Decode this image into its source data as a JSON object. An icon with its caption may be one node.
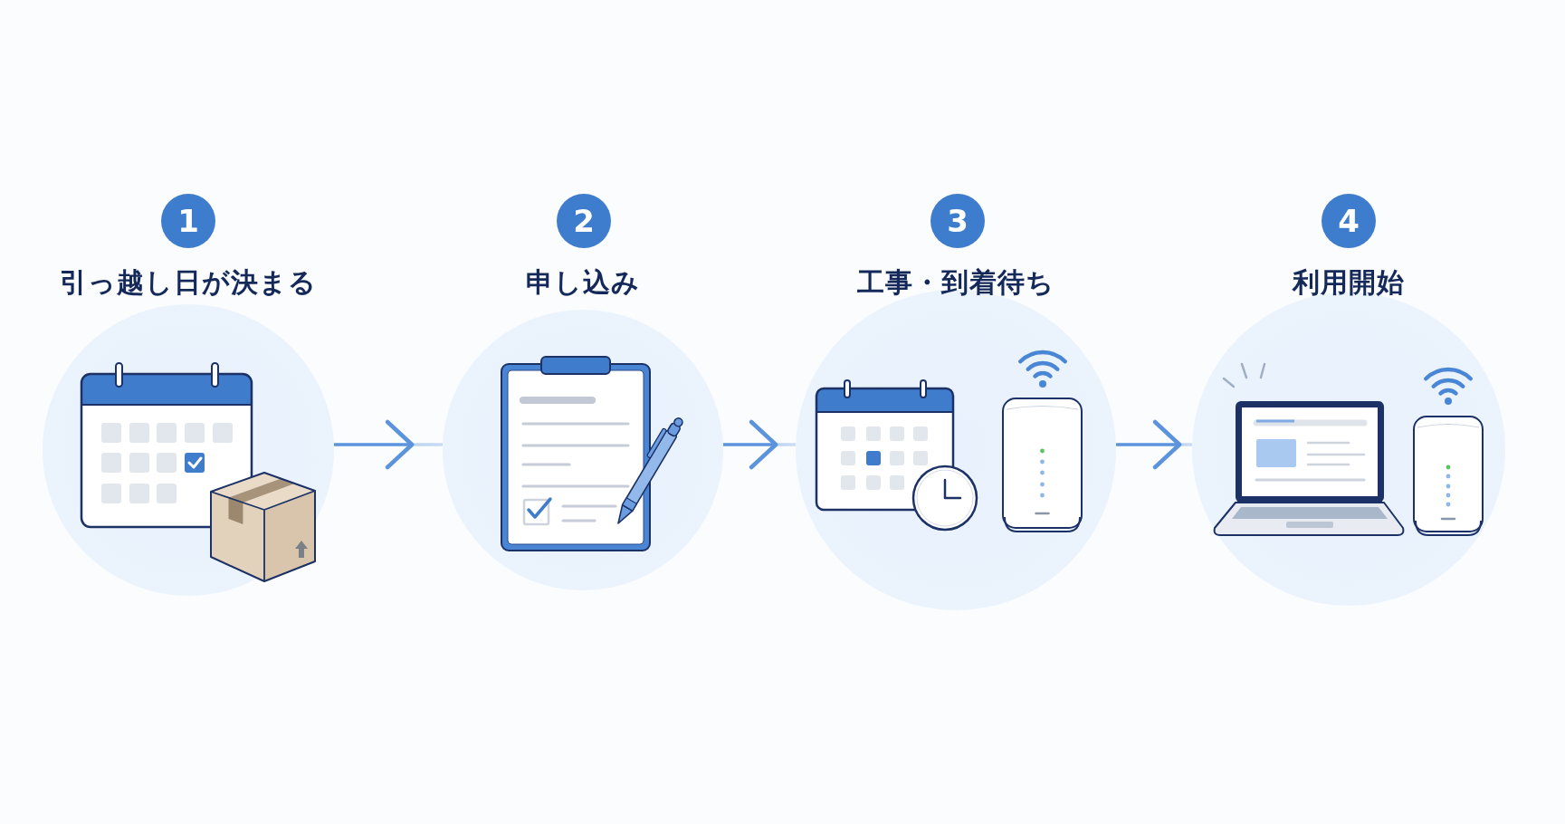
{
  "diagram": {
    "nodes": [
      {
        "text": [
          "1"
        ]
      },
      {
        "text": [
          "引っ越し日が決まる"
        ]
      },
      {
        "text": [
          "2"
        ]
      },
      {
        "text": [
          "申し込み"
        ]
      },
      {
        "text": [
          "3"
        ]
      },
      {
        "text": [
          "工事・到着待ち"
        ]
      },
      {
        "text": [
          "4"
        ]
      },
      {
        "text": [
          "利用開始"
        ]
      }
    ],
    "edges": [
      {
        "from": 1,
        "to": 3,
        "arrow": "to"
      },
      {
        "from": 3,
        "to": 5,
        "arrow": "to"
      },
      {
        "from": 5,
        "to": 7,
        "arrow": "to"
      }
    ]
  }
}
